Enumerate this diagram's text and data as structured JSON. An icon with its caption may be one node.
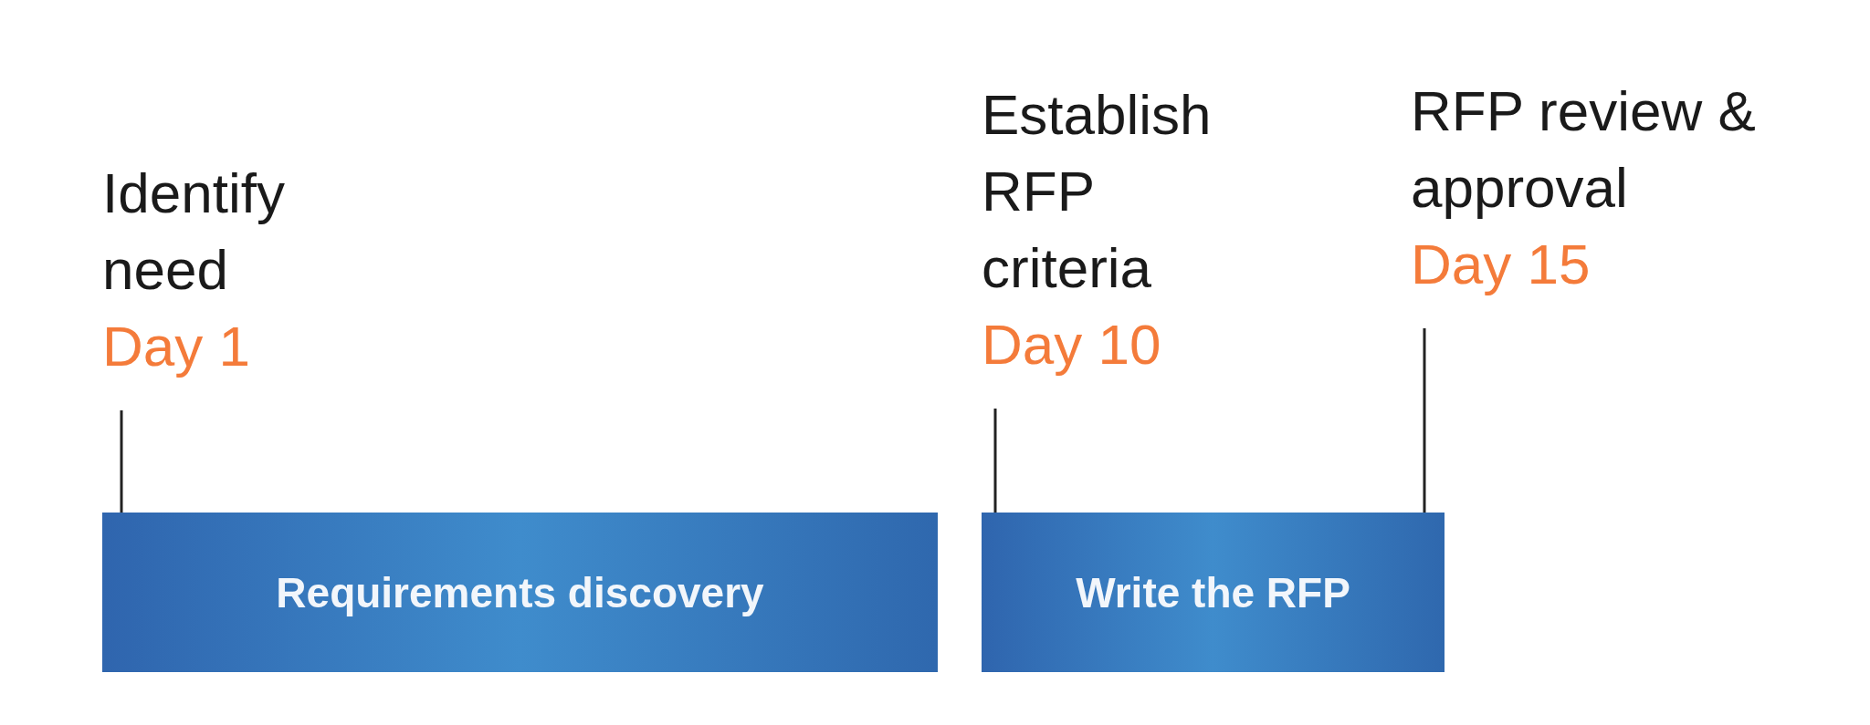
{
  "diagram": {
    "nodes": [
      {
        "text": [
          "Identify need",
          "Day 1"
        ]
      },
      {
        "text": [
          "Establish RFP criteria",
          "Day 10"
        ]
      },
      {
        "text": [
          "RFP review & approval",
          "Day 15"
        ]
      },
      {
        "text": [
          "Requirements discovery"
        ]
      },
      {
        "text": [
          "Write the RFP"
        ]
      }
    ],
    "edges": [
      {
        "from": 0,
        "to": 3,
        "arrow": "none"
      },
      {
        "from": 1,
        "to": 4,
        "arrow": "none"
      },
      {
        "from": 2,
        "to": 4,
        "arrow": "none"
      }
    ]
  }
}
